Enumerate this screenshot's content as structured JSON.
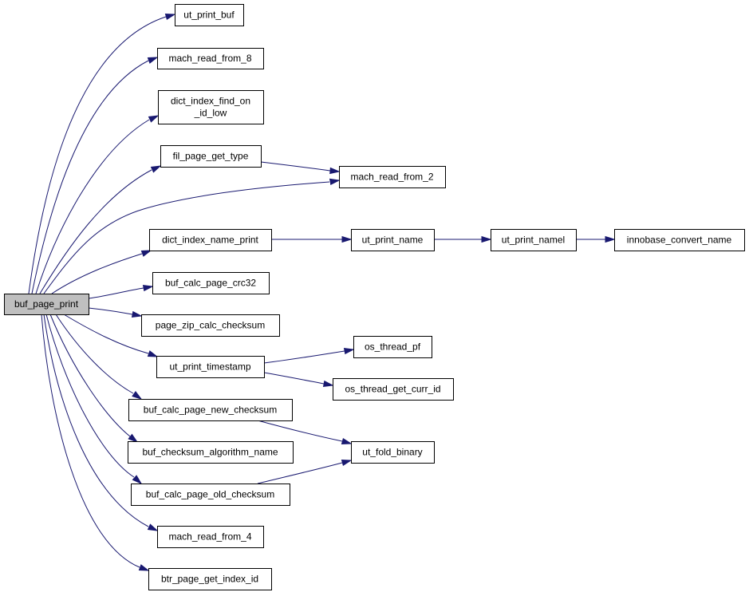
{
  "graph": {
    "colors": {
      "edge": "#191970",
      "node_border": "#000000",
      "root_fill": "#bfbfbf",
      "node_fill": "#ffffff"
    },
    "nodes": [
      {
        "id": "buf_page_print",
        "lines": [
          "buf_page_print"
        ],
        "root": true
      },
      {
        "id": "ut_print_buf",
        "lines": [
          "ut_print_buf"
        ]
      },
      {
        "id": "mach_read_from_8",
        "lines": [
          "mach_read_from_8"
        ]
      },
      {
        "id": "dict_index_find_on_id_low",
        "lines": [
          "dict_index_find_on",
          "_id_low"
        ]
      },
      {
        "id": "fil_page_get_type",
        "lines": [
          "fil_page_get_type"
        ]
      },
      {
        "id": "mach_read_from_2",
        "lines": [
          "mach_read_from_2"
        ]
      },
      {
        "id": "dict_index_name_print",
        "lines": [
          "dict_index_name_print"
        ]
      },
      {
        "id": "ut_print_name",
        "lines": [
          "ut_print_name"
        ]
      },
      {
        "id": "ut_print_namel",
        "lines": [
          "ut_print_namel"
        ]
      },
      {
        "id": "innobase_convert_name",
        "lines": [
          "innobase_convert_name"
        ]
      },
      {
        "id": "buf_calc_page_crc32",
        "lines": [
          "buf_calc_page_crc32"
        ]
      },
      {
        "id": "page_zip_calc_checksum",
        "lines": [
          "page_zip_calc_checksum"
        ]
      },
      {
        "id": "ut_print_timestamp",
        "lines": [
          "ut_print_timestamp"
        ]
      },
      {
        "id": "os_thread_pf",
        "lines": [
          "os_thread_pf"
        ]
      },
      {
        "id": "os_thread_get_curr_id",
        "lines": [
          "os_thread_get_curr_id"
        ]
      },
      {
        "id": "buf_calc_page_new_checksum",
        "lines": [
          "buf_calc_page_new_checksum"
        ]
      },
      {
        "id": "buf_checksum_algorithm_name",
        "lines": [
          "buf_checksum_algorithm_name"
        ]
      },
      {
        "id": "ut_fold_binary",
        "lines": [
          "ut_fold_binary"
        ]
      },
      {
        "id": "buf_calc_page_old_checksum",
        "lines": [
          "buf_calc_page_old_checksum"
        ]
      },
      {
        "id": "mach_read_from_4",
        "lines": [
          "mach_read_from_4"
        ]
      },
      {
        "id": "btr_page_get_index_id",
        "lines": [
          "btr_page_get_index_id"
        ]
      }
    ],
    "edges": [
      {
        "from": "buf_page_print",
        "to": "ut_print_buf"
      },
      {
        "from": "buf_page_print",
        "to": "mach_read_from_8"
      },
      {
        "from": "buf_page_print",
        "to": "dict_index_find_on_id_low"
      },
      {
        "from": "buf_page_print",
        "to": "fil_page_get_type"
      },
      {
        "from": "buf_page_print",
        "to": "mach_read_from_2"
      },
      {
        "from": "buf_page_print",
        "to": "dict_index_name_print"
      },
      {
        "from": "buf_page_print",
        "to": "buf_calc_page_crc32"
      },
      {
        "from": "buf_page_print",
        "to": "page_zip_calc_checksum"
      },
      {
        "from": "buf_page_print",
        "to": "ut_print_timestamp"
      },
      {
        "from": "buf_page_print",
        "to": "buf_calc_page_new_checksum"
      },
      {
        "from": "buf_page_print",
        "to": "buf_checksum_algorithm_name"
      },
      {
        "from": "buf_page_print",
        "to": "buf_calc_page_old_checksum"
      },
      {
        "from": "buf_page_print",
        "to": "mach_read_from_4"
      },
      {
        "from": "buf_page_print",
        "to": "btr_page_get_index_id"
      },
      {
        "from": "fil_page_get_type",
        "to": "mach_read_from_2"
      },
      {
        "from": "dict_index_name_print",
        "to": "ut_print_name"
      },
      {
        "from": "ut_print_name",
        "to": "ut_print_namel"
      },
      {
        "from": "ut_print_namel",
        "to": "innobase_convert_name"
      },
      {
        "from": "ut_print_timestamp",
        "to": "os_thread_pf"
      },
      {
        "from": "ut_print_timestamp",
        "to": "os_thread_get_curr_id"
      },
      {
        "from": "buf_calc_page_new_checksum",
        "to": "ut_fold_binary"
      },
      {
        "from": "buf_calc_page_old_checksum",
        "to": "ut_fold_binary"
      }
    ]
  }
}
